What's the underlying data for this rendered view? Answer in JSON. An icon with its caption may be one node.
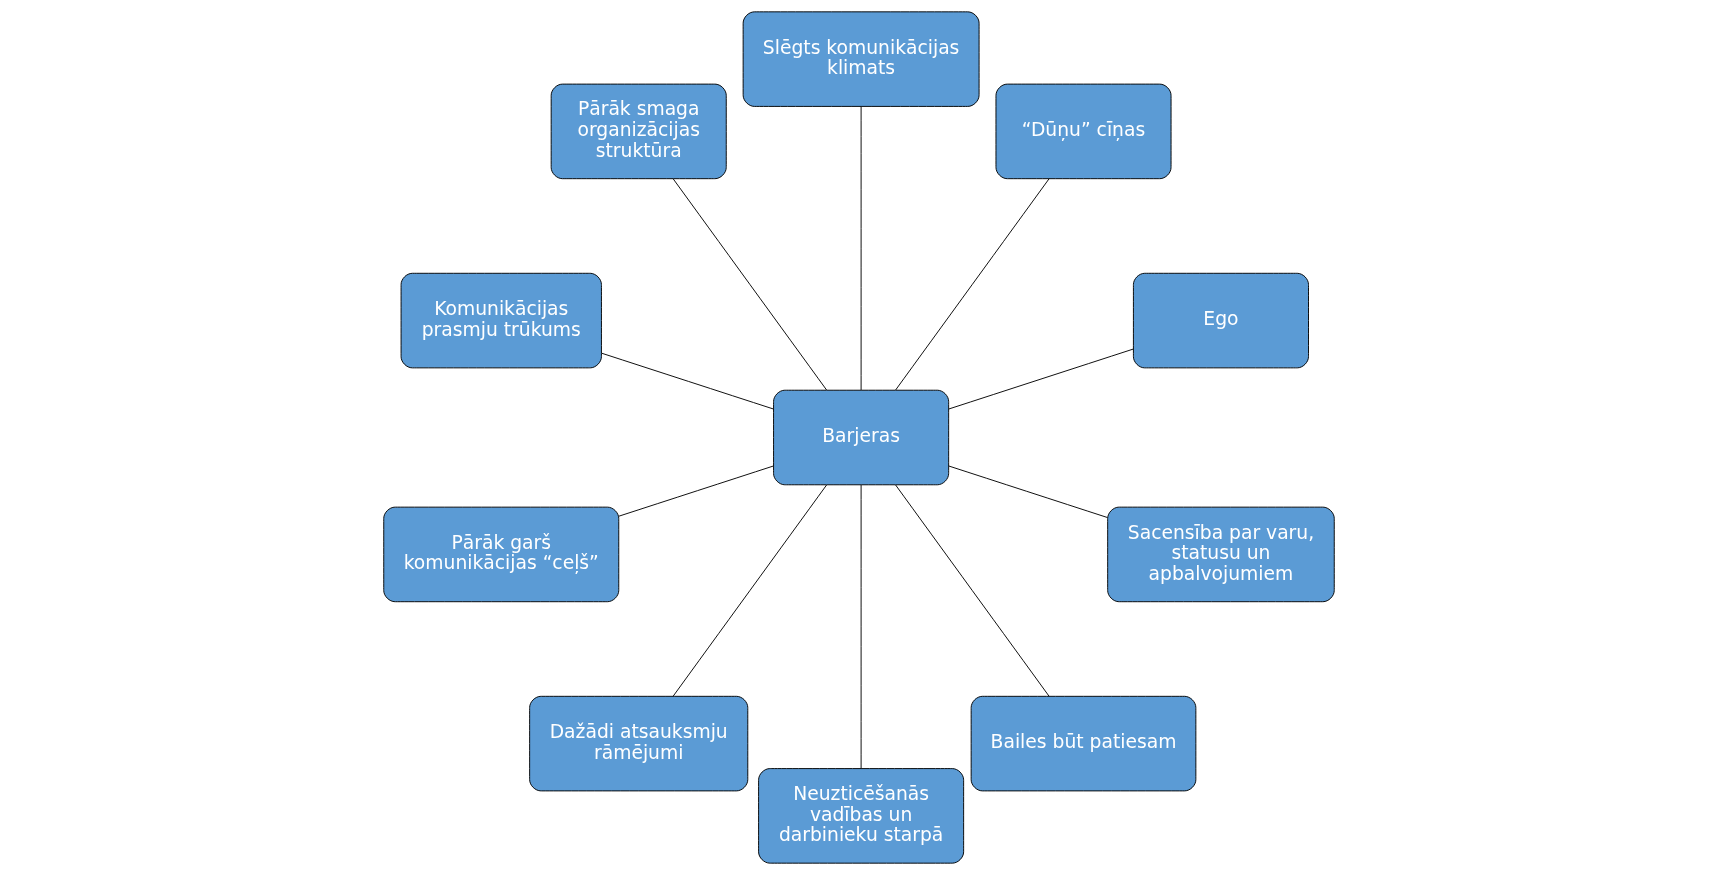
{
  "diagram": {
    "nodes": [
      {
        "text": [
          "Ego"
        ]
      },
      {
        "text": [
          "“Dūņu” cīņas"
        ]
      },
      {
        "text": [
          "Slēgts komunikācijas klimats"
        ]
      },
      {
        "text": [
          "Pārāk smaga organizācijas struktūra"
        ]
      },
      {
        "text": [
          "Komunikācijas prasmju trūkums"
        ]
      },
      {
        "text": [
          "Barjeras"
        ]
      },
      {
        "text": [
          "Pārāk garš komunikācijas “ceļš”"
        ]
      },
      {
        "text": [
          "Dažādi atsauksmju rāmējumi"
        ]
      },
      {
        "text": [
          "Neuzticēšanās vadības un darbinieku starpā"
        ]
      },
      {
        "text": [
          "Bailes būt patiesam"
        ]
      },
      {
        "text": [
          "Sacensība par varu, statusu un apbalvojumiem"
        ]
      }
    ],
    "edges": [
      {
        "from": 5,
        "to": 0,
        "arrow": "none"
      },
      {
        "from": 5,
        "to": 1,
        "arrow": "none"
      },
      {
        "from": 5,
        "to": 2,
        "arrow": "none"
      },
      {
        "from": 5,
        "to": 3,
        "arrow": "none"
      },
      {
        "from": 5,
        "to": 4,
        "arrow": "none"
      },
      {
        "from": 5,
        "to": 6,
        "arrow": "none"
      },
      {
        "from": 5,
        "to": 7,
        "arrow": "none"
      },
      {
        "from": 5,
        "to": 8,
        "arrow": "none"
      },
      {
        "from": 5,
        "to": 9,
        "arrow": "none"
      },
      {
        "from": 5,
        "to": 10,
        "arrow": "none"
      }
    ]
  }
}
